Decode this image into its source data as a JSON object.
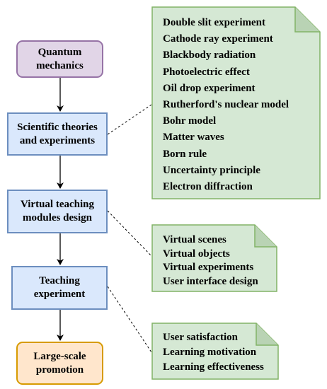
{
  "flow": [
    {
      "id": "quantum",
      "label": "Quantum\nmechanics"
    },
    {
      "id": "theories",
      "label": "Scientific theories\nand experiments"
    },
    {
      "id": "modules",
      "label": "Virtual teaching\nmodules design"
    },
    {
      "id": "teaching",
      "label": "Teaching\nexperiment"
    },
    {
      "id": "promotion",
      "label": "Large-scale\npromotion"
    }
  ],
  "notes": {
    "experiments": [
      "Double slit experiment",
      "Cathode ray experiment",
      "Blackbody radiation",
      "Photoelectric effect",
      "Oil drop experiment",
      "Rutherford's nuclear model",
      "Bohr model",
      "Matter waves",
      "Born rule",
      "Uncertainty principle",
      "Electron diffraction"
    ],
    "modules": [
      "Virtual scenes",
      "Virtual objects",
      "Virtual experiments",
      "User interface design"
    ],
    "outcomes": [
      "User satisfaction",
      "Learning motivation",
      "Learning effectiveness"
    ]
  },
  "colors": {
    "purple_fill": "#e1d5e7",
    "purple_stroke": "#9673a6",
    "blue_fill": "#dae8fc",
    "blue_stroke": "#6c8ebf",
    "orange_fill": "#ffe6cc",
    "orange_stroke": "#d79b00",
    "green_fill": "#d5e8d4",
    "green_stroke": "#82b366"
  }
}
